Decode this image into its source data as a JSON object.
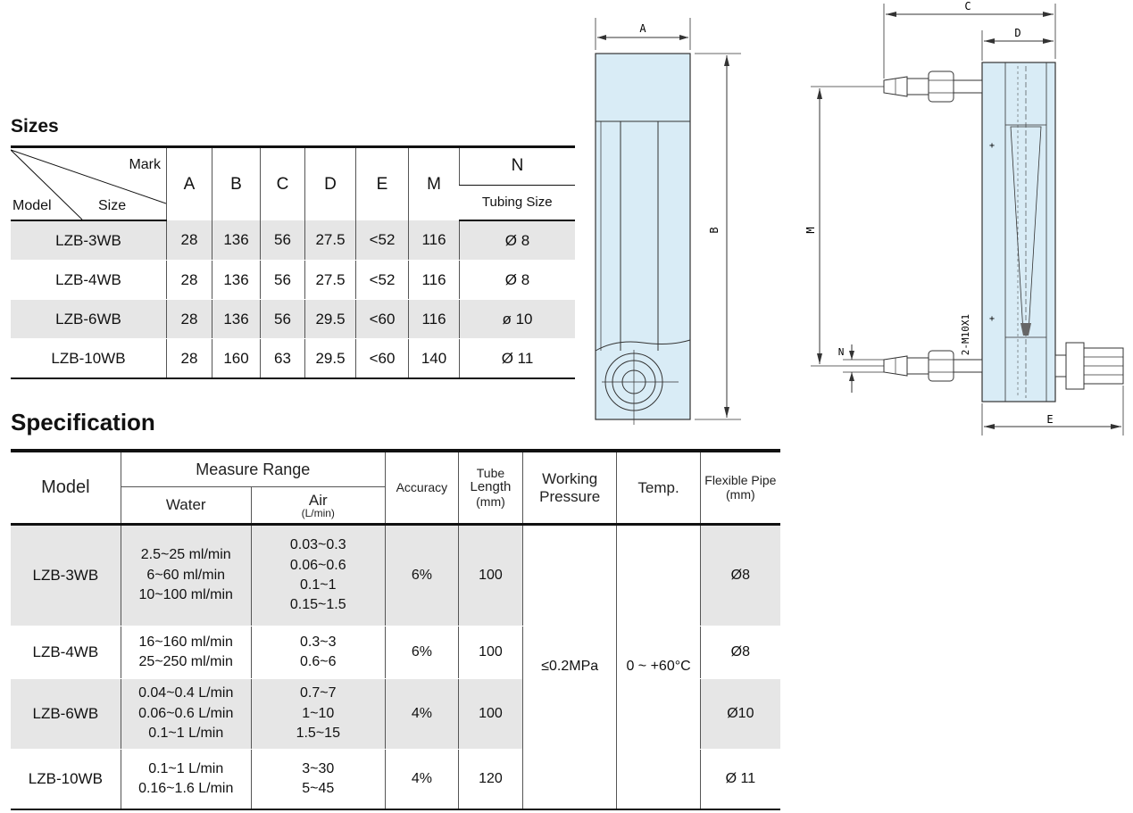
{
  "sizes": {
    "title": "Sizes",
    "corner": {
      "mark": "Mark",
      "model": "Model",
      "size": "Size"
    },
    "columns": [
      "A",
      "B",
      "C",
      "D",
      "E",
      "M"
    ],
    "n_header": "N",
    "n_sub": "Tubing Size",
    "rows": [
      {
        "model": "LZB-3WB",
        "A": "28",
        "B": "136",
        "C": "56",
        "D": "27.5",
        "E": "<52",
        "M": "116",
        "N": "Ø 8"
      },
      {
        "model": "LZB-4WB",
        "A": "28",
        "B": "136",
        "C": "56",
        "D": "27.5",
        "E": "<52",
        "M": "116",
        "N": "Ø 8"
      },
      {
        "model": "LZB-6WB",
        "A": "28",
        "B": "136",
        "C": "56",
        "D": "29.5",
        "E": "<60",
        "M": "116",
        "N": "ø 10"
      },
      {
        "model": "LZB-10WB",
        "A": "28",
        "B": "160",
        "C": "63",
        "D": "29.5",
        "E": "<60",
        "M": "140",
        "N": "Ø 11"
      }
    ]
  },
  "spec": {
    "title": "Specification",
    "headers": {
      "model": "Model",
      "measure_range": "Measure Range",
      "water": "Water",
      "air": "Air",
      "air_unit": "(L/min)",
      "accuracy": "Accuracy",
      "tube_length_1": "Tube",
      "tube_length_2": "Length",
      "tube_length_3": "(mm)",
      "working_pressure_1": "Working",
      "working_pressure_2": "Pressure",
      "temp": "Temp.",
      "flexible_pipe_1": "Flexible Pipe",
      "flexible_pipe_2": "(mm)"
    },
    "rows": [
      {
        "model": "LZB-3WB",
        "water": [
          "2.5~25 ml/min",
          "6~60 ml/min",
          "10~100 ml/min"
        ],
        "air": [
          "0.03~0.3",
          "0.06~0.6",
          "0.1~1",
          "0.15~1.5"
        ],
        "accuracy": "6%",
        "tube": "100",
        "pipe": "Ø8"
      },
      {
        "model": "LZB-4WB",
        "water": [
          "16~160 ml/min",
          "25~250 ml/min"
        ],
        "air": [
          "0.3~3",
          "0.6~6"
        ],
        "accuracy": "6%",
        "tube": "100",
        "pipe": "Ø8"
      },
      {
        "model": "LZB-6WB",
        "water": [
          "0.04~0.4 L/min",
          "0.06~0.6 L/min",
          "0.1~1 L/min"
        ],
        "air": [
          "0.7~7",
          "1~10",
          "1.5~15"
        ],
        "accuracy": "4%",
        "tube": "100",
        "pipe": "Ø10"
      },
      {
        "model": "LZB-10WB",
        "water": [
          "0.1~1 L/min",
          "0.16~1.6 L/min"
        ],
        "air": [
          "3~30",
          "5~45"
        ],
        "accuracy": "4%",
        "tube": "120",
        "pipe": "Ø 11"
      }
    ],
    "working_pressure": "≤0.2MPa",
    "temp": "0 ~ +60°C"
  },
  "drawing": {
    "labels": {
      "A": "A",
      "B": "B",
      "C": "C",
      "D": "D",
      "E": "E",
      "M": "M",
      "N": "N",
      "thread": "2-M10X1"
    }
  }
}
